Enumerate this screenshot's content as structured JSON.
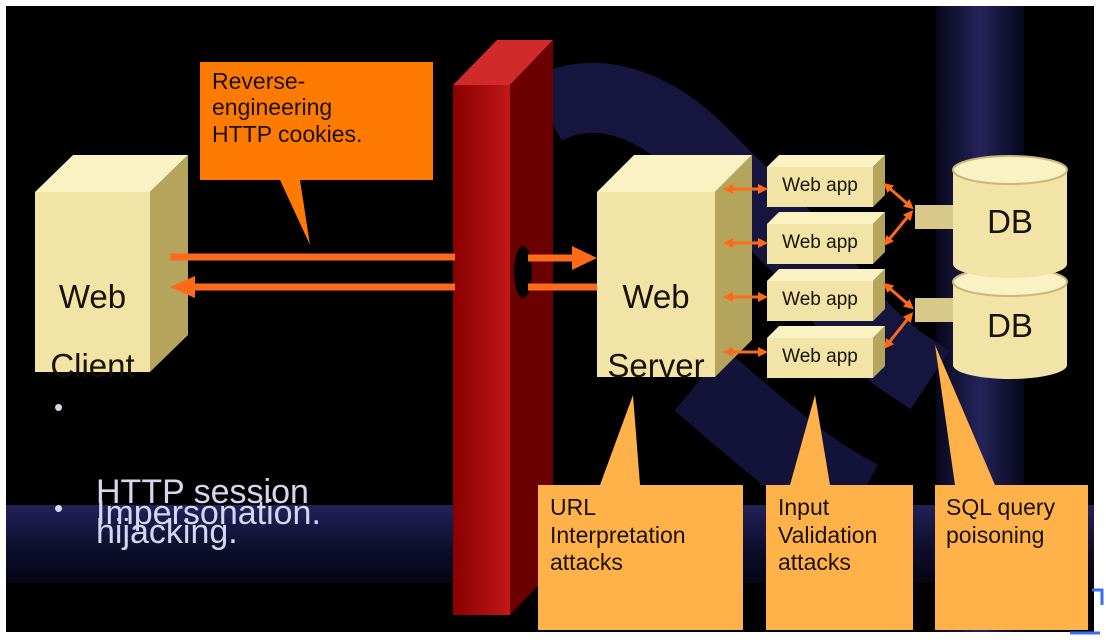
{
  "client": {
    "line1": "Web",
    "line2": "Client"
  },
  "server": {
    "line1": "Web",
    "line2": "Server"
  },
  "apps": [
    "Web app",
    "Web app",
    "Web app",
    "Web app"
  ],
  "databases": [
    "DB",
    "DB"
  ],
  "callouts": {
    "cookies": "Reverse-\nengineering\nHTTP cookies.",
    "url": "URL\nInterpretation\nattacks",
    "input": "Input\nValidation\nattacks",
    "sql": "SQL query\npoisoning"
  },
  "bullets": [
    "HTTP session\nhijacking.",
    "Impersonation."
  ],
  "bullet_marker": "•",
  "colors": {
    "background": "#000000",
    "box": "#f2e4a6",
    "callout": "#ff7a00",
    "callout_light": "#ffb24a",
    "arrow": "#ff6a1a",
    "firewall": "#a80d0d",
    "pipe": "#1c1c4a"
  }
}
